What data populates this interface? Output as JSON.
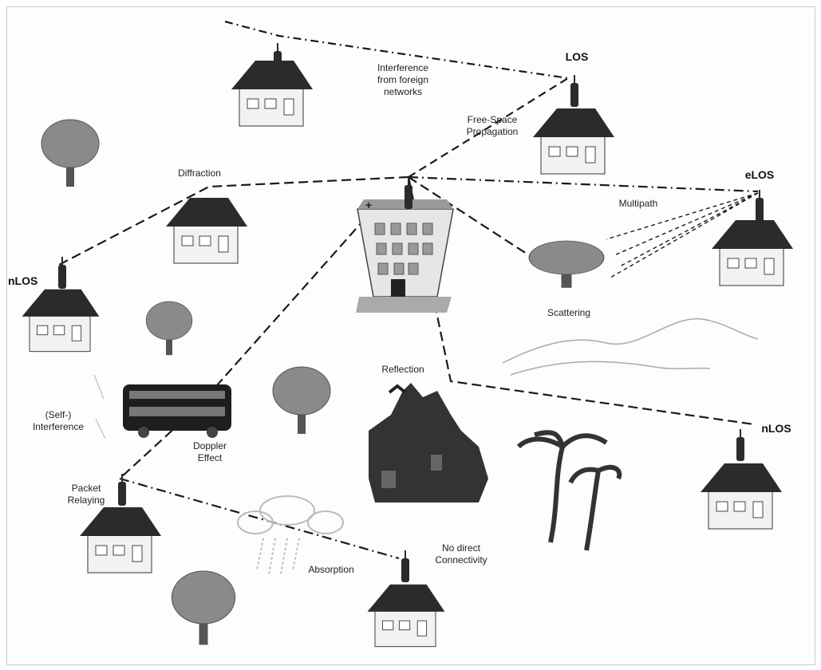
{
  "labels": {
    "los": "LOS",
    "elos": "eLOS",
    "nlos_left": "nLOS",
    "nlos_right": "nLOS",
    "interference_foreign": "Interference\nfrom foreign\nnetworks",
    "free_space": "Free-Space\nPropagation",
    "diffraction": "Diffraction",
    "multipath": "Multipath",
    "scattering": "Scattering",
    "reflection": "Reflection",
    "self_interference": "(Self-)\nInterference",
    "doppler": "Doppler\nEffect",
    "packet_relaying": "Packet\nRelaying",
    "absorption": "Absorption",
    "no_direct": "No direct\nConnectivity"
  },
  "colors": {
    "roof": "#2b2b2b",
    "wall": "#f2f2f2",
    "tree": "#7f7f7f",
    "link": "#1a1a1a",
    "castle": "#333333"
  },
  "icons": [
    "house-icon",
    "antenna-icon",
    "tower-building-icon",
    "tree-icon",
    "bus-icon",
    "castle-icon",
    "palm-tree-icon",
    "cloud-icon",
    "hills-icon"
  ]
}
